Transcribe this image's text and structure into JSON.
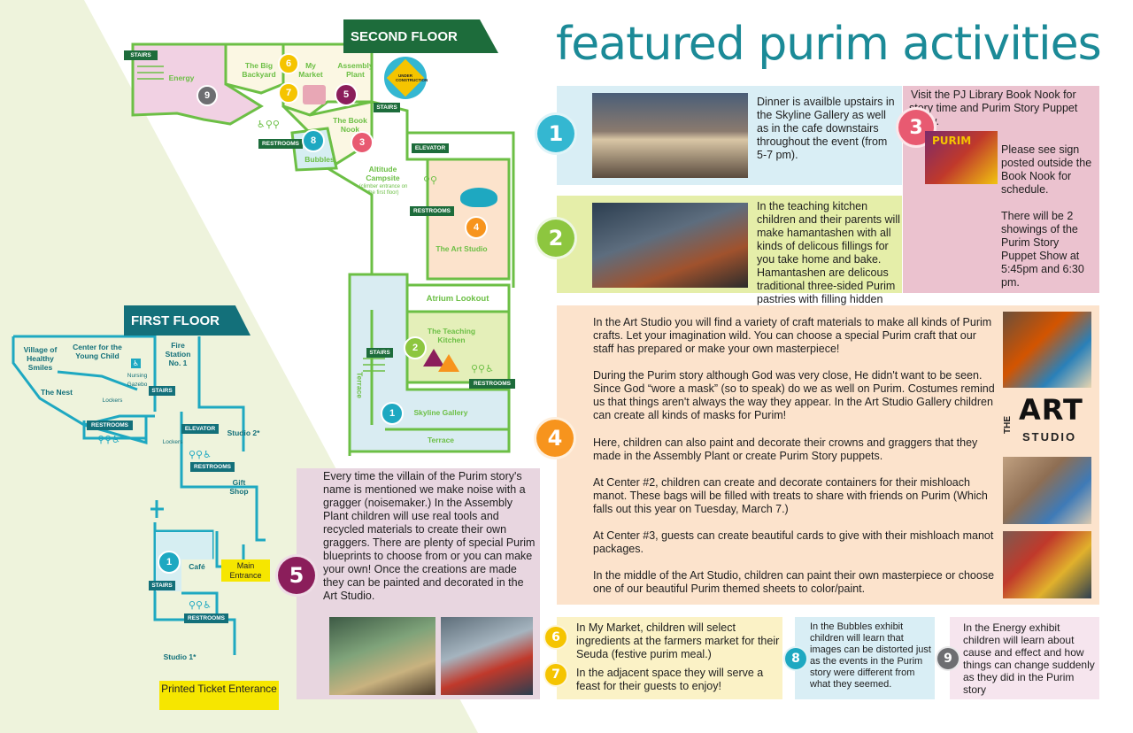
{
  "page": {
    "title": "featured purim activities"
  },
  "second_floor": {
    "banner": "SECOND FLOOR",
    "labels": {
      "energy": "Energy",
      "big_backyard": "The Big Backyard",
      "my_market": "My Market",
      "assembly_plant": "Assembly Plant",
      "book_nook": "The Book Nook",
      "bubbles": "Bubbles",
      "altitude": "Altitude Campsite",
      "altitude_note": "(climber entrance on the first floor)",
      "art_studio": "The Art Studio",
      "atrium": "Atrium Lookout",
      "teaching_kitchen": "The Teaching Kitchen",
      "skyline": "Skyline Gallery",
      "terrace": "Terrace",
      "terrace_vertical": "Terrace",
      "under_construction": "UNDER CONSTRUCTION"
    },
    "signs": {
      "stairs": "STAIRS",
      "restrooms": "RESTROOMS",
      "elevator": "ELEVATOR"
    }
  },
  "first_floor": {
    "banner": "FIRST FLOOR",
    "labels": {
      "village": "Village of Healthy Smiles",
      "center": "Center for the Young Child",
      "fire": "Fire Station No. 1",
      "nursing": "Nursing Gazebo",
      "nest": "The Nest",
      "lockers": "Lockers",
      "lockers2": "Lockers",
      "studio2": "Studio 2*",
      "gift": "Gift Shop",
      "cafe": "Café",
      "main_entrance": "Main Entrance",
      "studio1": "Studio 1*",
      "ticket": "Printed Ticket Enterance"
    },
    "signs": {
      "stairs": "STAIRS",
      "restrooms": "RESTROOMS",
      "elevator": "ELEVATOR"
    }
  },
  "map_numbers": [
    "1",
    "2",
    "3",
    "4",
    "5",
    "6",
    "7",
    "8",
    "9"
  ],
  "activities": {
    "a1": {
      "num": "1",
      "text": "Dinner is availble upstairs in the Skyline Gallery as well as in the cafe downstairs throughout the event (from 5-7 pm)."
    },
    "a2": {
      "num": "2",
      "text": "In the teaching kitchen children and their parents will make hamantashen with all kinds of delicous fillings for you take home and bake. Hamantashen are delicous traditional three-sided Purim pastries with filling hidden inside."
    },
    "a3": {
      "num": "3",
      "text1": "Visit the PJ Library Book Nook for story time and Purim Story Puppet Show.",
      "text2": "Please see sign posted outside the Book Nook for schedule.",
      "text3": "There will be 2 showings of the Purim Story Puppet Show at 5:45pm and 6:30 pm.",
      "photo_text": "PURIM"
    },
    "a4": {
      "num": "4",
      "p1": "In the Art Studio you will find a variety of craft materials to make all kinds of Purim crafts. Let your imagination wild. You can choose a special Purim craft that our staff has prepared or make your own masterpiece!",
      "p2": "During the Purim story although God was very close, He didn't want to be seen. Since God “wore a mask” (so to speak) do we as well on Purim. Costumes remind us that things aren't always the way they appear. In the Art Studio Gallery children can create all kinds of masks for Purim!",
      "p3": "Here, children can also paint and decorate their crowns and graggers that they made in the Assembly Plant or create Purim Story puppets.",
      "p4": "At Center #2, children can create and decorate containers for their mishloach manot. These bags will be filled with treats to share with friends on Purim (Which falls out this year on Tuesday, March 7.)",
      "p5": "At Center #3, guests can create beautiful cards to give with their mishloach manot packages.",
      "p6": "In the middle of the Art Studio, children can paint their own masterpiece or choose one of our beautiful Purim themed sheets to color/paint.",
      "logo_the": "THE",
      "logo_art": "ART",
      "logo_studio": "STUDIO"
    },
    "a5": {
      "num": "5",
      "text": "Every time the villain of the Purim story's name is mentioned we make noise with a gragger (noisemaker.) In the Assembly Plant children will use real tools and recycled materials to create their own graggers. There are plenty of special Purim blueprints to choose from or you can make your own! Once the creations are made they can be painted and decorated in the Art Studio."
    },
    "a6": {
      "num": "6",
      "text": "In My Market, children will select ingredients at the farmers market for their Seuda (festive purim meal.)"
    },
    "a7": {
      "num": "7",
      "text": "In the adjacent space they will serve a feast for their guests to enjoy!"
    },
    "a8": {
      "num": "8",
      "text": "In the Bubbles exhibit children will learn that images can be distorted just as the events in the Purim story were different from what they seemed."
    },
    "a9": {
      "num": "9",
      "text": "In the Energy exhibit children will learn about cause and effect and how things can change suddenly as they did in the Purim story"
    }
  },
  "colors": {
    "teal": "#1b8a97",
    "green": "#8dc63f",
    "pink": "#e85a71",
    "purple": "#8b1e5b",
    "orange": "#f7941d",
    "yellow": "#f5c400",
    "grey": "#6d6e71",
    "map_green": "#6cbf45",
    "map_teal": "#1ea8c1"
  }
}
